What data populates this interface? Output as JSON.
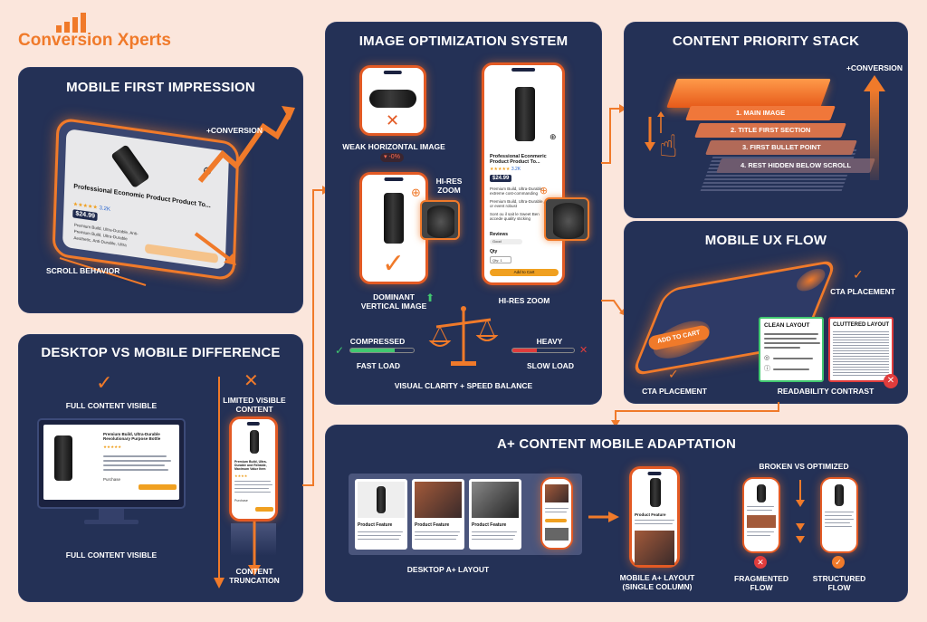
{
  "brand": {
    "name": "Conversion Xperts",
    "color": "#f07a2a"
  },
  "colors": {
    "panel": "#243156",
    "accent": "#f07a2a",
    "background": "#fbe6dc",
    "bad": "#e03c3c",
    "good": "#41c870"
  },
  "panels": {
    "mobile_first": {
      "title": "MOBILE FIRST IMPRESSION",
      "conversion": "+CONVERSION",
      "scroll": "SCROLL BEHAVIOR",
      "product_title": "Professional Economic Product Product To...",
      "rating": "3.2K",
      "price": "$24.99",
      "bullets": [
        "Premium Build, Ultra-Durable, Anti-",
        "Premium Build, Ultra-Durable",
        "Aesthetic, Anti-Durable, Ultra"
      ]
    },
    "desktop_mobile": {
      "title": "DESKTOP VS MOBILE DIFFERENCE",
      "full_top": "FULL CONTENT VISIBLE",
      "full_bottom": "FULL CONTENT VISIBLE",
      "limited": "LIMITED VISIBLE CONTENT",
      "truncation": "CONTENT TRUNCATION",
      "desk_title": "Premium Build, Ultra-Durable Revolutionary Purpose Bottle",
      "mob_title": "Premium Build, Ultra-Durable and Reliable, Maximum Value Item",
      "purchase": "Purchase"
    },
    "image_opt": {
      "title": "IMAGE OPTIMIZATION SYSTEM",
      "weak": "WEAK HORIZONTAL IMAGE",
      "weak_pct": "-0%",
      "hires_zoom_side": "HI-RES ZOOM",
      "hires_zoom_bottom": "HI-RES ZOOM",
      "dominant": "DOMINANT VERTICAL IMAGE",
      "compressed": "COMPRESSED",
      "heavy": "HEAVY",
      "fast": "FAST LOAD",
      "slow": "SLOW LOAD",
      "balance": "VISUAL CLARITY + SPEED BALANCE",
      "product_title": "Professional Econmeric Product Product To...",
      "rating": "3.2K",
      "price": "$24.99",
      "bullets": [
        "Premium Build, Ultra-Durable extreme cost-commanding",
        "Premium Build, Ultra-Durable, or event robust",
        "Sont ou il sait le Sweet Ben accede quality sticking"
      ],
      "reviews": "Reviews",
      "qty_label": "Qty",
      "qty_value": "Qty: 1",
      "cart": "Add to Cart",
      "good_tag": "Good"
    },
    "priority": {
      "title": "CONTENT PRIORITY STACK",
      "conversion": "+CONVERSION",
      "layers": [
        "1. MAIN IMAGE",
        "2. TITLE FIRST SECTION",
        "3. FIRST BULLET POINT",
        "4. REST HIDDEN BELOW SCROLL"
      ]
    },
    "ux": {
      "title": "MOBILE UX FLOW",
      "cta_right": "CTA PLACEMENT",
      "cta_bottom": "CTA PLACEMENT",
      "clean": "CLEAN LAYOUT",
      "cluttered": "CLUTTERED LAYOUT",
      "readability": "READABILITY CONTRAST",
      "add_cart": "ADD TO CART"
    },
    "aplus": {
      "title": "A+ CONTENT MOBILE ADAPTATION",
      "desktop": "DESKTOP A+ LAYOUT",
      "mobile": "MOBILE A+ LAYOUT (SINGLE COLUMN)",
      "broken": "BROKEN VS OPTIMIZED",
      "fragmented": "FRAGMENTED FLOW",
      "structured": "STRUCTURED FLOW",
      "feature": "Product Feature"
    }
  }
}
